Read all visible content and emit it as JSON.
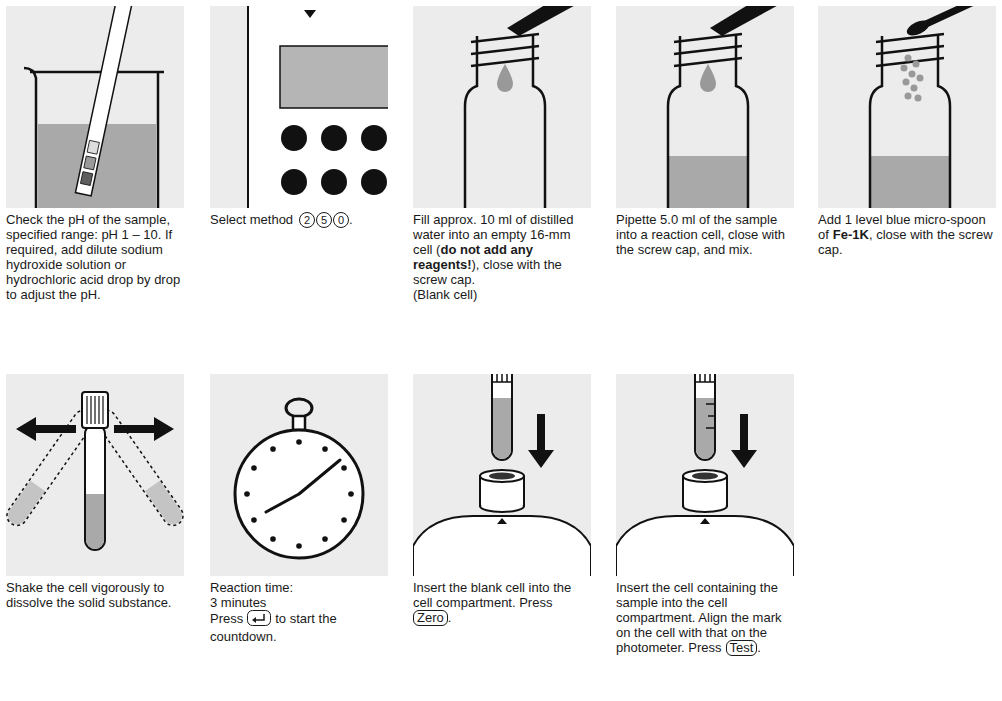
{
  "diagram": {
    "labels": [
      "Check the pH of the sample, specified range: pH 1 – 10. If required, add dilute sodium hydroxide solution or hydrochloric acid drop by drop to adjust the pH.",
      "Select method",
      "2",
      "5",
      "0",
      ".",
      "Fill approx. 10 ml of distilled water into an empty 16-mm cell (",
      "do not add any reagents!",
      "), close with the screw cap.",
      "(Blank cell)",
      "Pipette 5.0 ml of the sample into a reaction cell, close with the screw cap, and mix.",
      "Add 1 level blue micro-spoon of",
      "Fe-1K",
      ", close with the screw cap.",
      "Shake the cell vigorously to dissolve the solid substance.",
      "Reaction time:",
      "3 minutes",
      "Press",
      "to start the countdown.",
      "Insert the blank cell into the cell compartment. Press",
      "Zero",
      ".",
      "Insert the cell containing the sample into the cell compartment. Align the mark on the cell with that on the photometer. Press",
      "Test",
      "."
    ]
  }
}
